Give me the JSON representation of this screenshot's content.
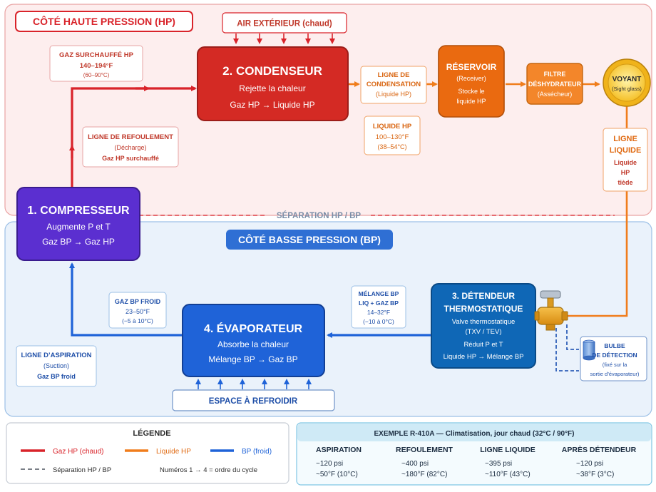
{
  "hp_zone": {
    "title": "CÔTÉ HAUTE PRESSION (HP)"
  },
  "bp_zone": {
    "title": "CÔTÉ BASSE PRESSION (BP)"
  },
  "separation_label": "SÉPARATION HP / BP",
  "air_ext": {
    "label": "AIR EXTÉRIEUR (chaud)"
  },
  "espace": {
    "label": "ESPACE À REFROIDIR"
  },
  "gaz_surchauffe": {
    "l1": "GAZ SURCHAUFFÉ HP",
    "l2": "140–194°F",
    "l3": "(60–90°C)"
  },
  "ligne_refoulement": {
    "l1": "LIGNE DE REFOULEMENT",
    "l2": "(Décharge)",
    "l3": "Gaz HP surchauffé"
  },
  "condenseur": {
    "title": "2. CONDENSEUR",
    "l1": "Rejette la chaleur",
    "l2": "Gaz HP → Liquide HP"
  },
  "ligne_condensation": {
    "l1": "LIGNE DE",
    "l2": "CONDENSATION",
    "l3": "(Liquide HP)"
  },
  "liquide_hp": {
    "l1": "LIQUIDE HP",
    "l2": "100–130°F",
    "l3": "(38–54°C)"
  },
  "reservoir": {
    "title": "RÉSERVOIR",
    "l1": "(Receiver)",
    "l2": "Stocke le",
    "l3": "liquide HP"
  },
  "filtre": {
    "l1": "FILTRE",
    "l2": "DÉSHYDRATEUR",
    "l3": "(Assécheur)"
  },
  "voyant": {
    "l1": "VOYANT",
    "l2": "(Sight glass)"
  },
  "ligne_liquide": {
    "l1": "LIGNE",
    "l2": "LIQUIDE",
    "l3": "Liquide",
    "l4": "HP",
    "l5": "tiède"
  },
  "compresseur": {
    "title": "1. COMPRESSEUR",
    "l1": "Augmente P et T",
    "l2": "Gaz BP → Gaz HP"
  },
  "gaz_bp_froid": {
    "l1": "GAZ BP FROID",
    "l2": "23–50°F",
    "l3": "(−5 à 10°C)"
  },
  "evaporateur": {
    "title": "4. ÉVAPORATEUR",
    "l1": "Absorbe la chaleur",
    "l2": "Mélange BP → Gaz BP"
  },
  "melange_bp": {
    "l1": "MÉLANGE BP",
    "l2": "LIQ + GAZ BP",
    "l3": "14–32°F",
    "l4": "(−10 à 0°C)"
  },
  "detendeur": {
    "l1": "3. DÉTENDEUR",
    "l2": "THERMOSTATIQUE",
    "l3": "Valve thermostatique",
    "l4": "(TXV / TEV)",
    "l5": "Réduit P et T",
    "l6": "Liquide HP → Mélange BP"
  },
  "bulbe": {
    "l1": "BULBE",
    "l2": "DE DÉTECTION",
    "l3": "(fixé sur la",
    "l4": "sortie d’évaporateur)"
  },
  "ligne_aspiration": {
    "l1": "LIGNE D’ASPIRATION",
    "l2": "(Suction)",
    "l3": "Gaz BP froid"
  },
  "legend": {
    "title": "LÉGENDE",
    "hp": "Gaz HP (chaud)",
    "liquide": "Liquide HP",
    "bp": "BP (froid)",
    "separation": "Séparation HP / BP",
    "numeros": "Numéros 1 → 4 = ordre du cycle"
  },
  "example": {
    "title": "EXEMPLE R-410A — Climatisation, jour chaud (32°C / 90°F)",
    "columns": [
      {
        "head": "ASPIRATION",
        "psi": "~120 psi",
        "temp": "~50°F (10°C)"
      },
      {
        "head": "REFOULEMENT",
        "psi": "~400 psi",
        "temp": "~180°F (82°C)"
      },
      {
        "head": "LIGNE LIQUIDE",
        "psi": "~395 psi",
        "temp": "~110°F (43°C)"
      },
      {
        "head": "APRÈS DÉTENDEUR",
        "psi": "~120 psi",
        "temp": "~38°F (3°C)"
      }
    ]
  },
  "colors": {
    "hp_red": "#d9232a",
    "liquid_orange": "#f07d1c",
    "bp_blue": "#1f63d8",
    "compressor_purple": "#5b2fd0",
    "hp_bg": "#fdeeee",
    "bp_bg": "#eaf2fb"
  }
}
